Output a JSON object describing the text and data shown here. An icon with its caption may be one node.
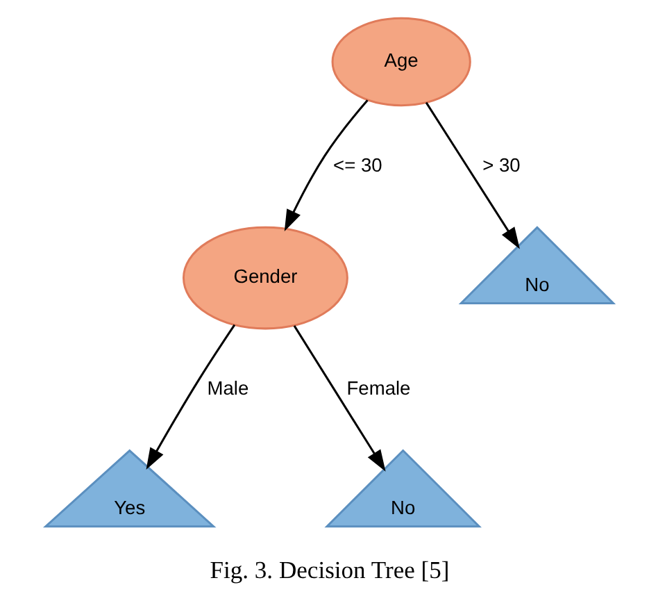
{
  "diagram": {
    "caption": "Fig. 3. Decision Tree [5]",
    "nodes": [
      {
        "text": [
          "Age"
        ]
      },
      {
        "text": [
          "Gender"
        ]
      },
      {
        "text": [
          "No"
        ]
      },
      {
        "text": [
          "Yes"
        ]
      },
      {
        "text": [
          "No"
        ]
      }
    ],
    "edges": [
      {
        "from": 0,
        "to": 1,
        "arrow": "to",
        "label": "<= 30"
      },
      {
        "from": 0,
        "to": 2,
        "arrow": "to",
        "label": "> 30"
      },
      {
        "from": 1,
        "to": 3,
        "arrow": "to",
        "label": "Male"
      },
      {
        "from": 1,
        "to": 4,
        "arrow": "to",
        "label": "Female"
      }
    ]
  }
}
